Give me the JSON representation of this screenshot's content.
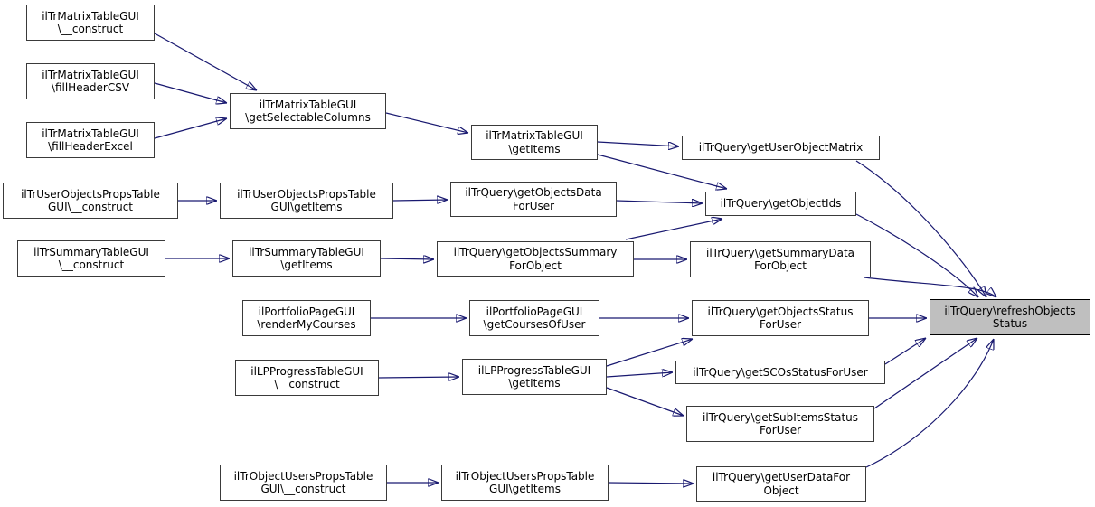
{
  "diagram": {
    "type": "doxygen-caller-graph",
    "target_function": "ilTrQuery\\refreshObjectsStatus",
    "colors": {
      "edge": "#191970",
      "node_fill": "#ffffff",
      "node_border": "#3a3a3a",
      "highlight_fill": "#bfbfbf"
    },
    "nodes": [
      {
        "id": "matrix-construct",
        "label": "ilTrMatrixTableGUI\n\\__construct",
        "highlighted": false
      },
      {
        "id": "matrix-fillHeaderCSV",
        "label": "ilTrMatrixTableGUI\n\\fillHeaderCSV",
        "highlighted": false
      },
      {
        "id": "matrix-fillHeaderExcel",
        "label": "ilTrMatrixTableGUI\n\\fillHeaderExcel",
        "highlighted": false
      },
      {
        "id": "matrix-getSelectableColumns",
        "label": "ilTrMatrixTableGUI\n\\getSelectableColumns",
        "highlighted": false
      },
      {
        "id": "matrix-getItems",
        "label": "ilTrMatrixTableGUI\n\\getItems",
        "highlighted": false
      },
      {
        "id": "query-getUserObjectMatrix",
        "label": "ilTrQuery\\getUserObjectMatrix",
        "highlighted": false
      },
      {
        "id": "userObjectsProps-construct",
        "label": "ilTrUserObjectsPropsTable\nGUI\\__construct",
        "highlighted": false
      },
      {
        "id": "userObjectsProps-getItems",
        "label": "ilTrUserObjectsPropsTable\nGUI\\getItems",
        "highlighted": false
      },
      {
        "id": "query-getObjectsDataForUser",
        "label": "ilTrQuery\\getObjectsData\nForUser",
        "highlighted": false
      },
      {
        "id": "query-getObjectIds",
        "label": "ilTrQuery\\getObjectIds",
        "highlighted": false
      },
      {
        "id": "summary-construct",
        "label": "ilTrSummaryTableGUI\n\\__construct",
        "highlighted": false
      },
      {
        "id": "summary-getItems",
        "label": "ilTrSummaryTableGUI\n\\getItems",
        "highlighted": false
      },
      {
        "id": "query-getObjectsSummaryForObject",
        "label": "ilTrQuery\\getObjectsSummary\nForObject",
        "highlighted": false
      },
      {
        "id": "query-getSummaryDataForObject",
        "label": "ilTrQuery\\getSummaryData\nForObject",
        "highlighted": false
      },
      {
        "id": "portfolio-renderMyCourses",
        "label": "ilPortfolioPageGUI\n\\renderMyCourses",
        "highlighted": false
      },
      {
        "id": "portfolio-getCoursesOfUser",
        "label": "ilPortfolioPageGUI\n\\getCoursesOfUser",
        "highlighted": false
      },
      {
        "id": "query-getObjectsStatusForUser",
        "label": "ilTrQuery\\getObjectsStatus\nForUser",
        "highlighted": false
      },
      {
        "id": "lpProgress-construct",
        "label": "ilLPProgressTableGUI\n\\__construct",
        "highlighted": false
      },
      {
        "id": "lpProgress-getItems",
        "label": "ilLPProgressTableGUI\n\\getItems",
        "highlighted": false
      },
      {
        "id": "query-getSCOsStatusForUser",
        "label": "ilTrQuery\\getSCOsStatusForUser",
        "highlighted": false
      },
      {
        "id": "query-getSubItemsStatusForUser",
        "label": "ilTrQuery\\getSubItemsStatus\nForUser",
        "highlighted": false
      },
      {
        "id": "objectUsersProps-construct",
        "label": "ilTrObjectUsersPropsTable\nGUI\\__construct",
        "highlighted": false
      },
      {
        "id": "objectUsersProps-getItems",
        "label": "ilTrObjectUsersPropsTable\nGUI\\getItems",
        "highlighted": false
      },
      {
        "id": "query-getUserDataForObject",
        "label": "ilTrQuery\\getUserDataFor\nObject",
        "highlighted": false
      },
      {
        "id": "query-refreshObjectsStatus",
        "label": "ilTrQuery\\refreshObjects\nStatus",
        "highlighted": true
      }
    ],
    "edges": [
      {
        "from": "matrix-construct",
        "to": "matrix-getSelectableColumns"
      },
      {
        "from": "matrix-fillHeaderCSV",
        "to": "matrix-getSelectableColumns"
      },
      {
        "from": "matrix-fillHeaderExcel",
        "to": "matrix-getSelectableColumns"
      },
      {
        "from": "matrix-getSelectableColumns",
        "to": "matrix-getItems"
      },
      {
        "from": "matrix-getItems",
        "to": "query-getUserObjectMatrix"
      },
      {
        "from": "matrix-getItems",
        "to": "query-getObjectIds"
      },
      {
        "from": "userObjectsProps-construct",
        "to": "userObjectsProps-getItems"
      },
      {
        "from": "userObjectsProps-getItems",
        "to": "query-getObjectsDataForUser"
      },
      {
        "from": "query-getObjectsDataForUser",
        "to": "query-getObjectIds"
      },
      {
        "from": "summary-construct",
        "to": "summary-getItems"
      },
      {
        "from": "summary-getItems",
        "to": "query-getObjectsSummaryForObject"
      },
      {
        "from": "query-getObjectsSummaryForObject",
        "to": "query-getSummaryDataForObject"
      },
      {
        "from": "query-getObjectsSummaryForObject",
        "to": "query-getObjectIds"
      },
      {
        "from": "query-getUserObjectMatrix",
        "to": "query-refreshObjectsStatus"
      },
      {
        "from": "query-getObjectIds",
        "to": "query-refreshObjectsStatus"
      },
      {
        "from": "query-getSummaryDataForObject",
        "to": "query-refreshObjectsStatus"
      },
      {
        "from": "query-getObjectsStatusForUser",
        "to": "query-refreshObjectsStatus"
      },
      {
        "from": "query-getSCOsStatusForUser",
        "to": "query-refreshObjectsStatus"
      },
      {
        "from": "query-getSubItemsStatusForUser",
        "to": "query-refreshObjectsStatus"
      },
      {
        "from": "query-getUserDataForObject",
        "to": "query-refreshObjectsStatus"
      },
      {
        "from": "portfolio-renderMyCourses",
        "to": "portfolio-getCoursesOfUser"
      },
      {
        "from": "portfolio-getCoursesOfUser",
        "to": "query-getObjectsStatusForUser"
      },
      {
        "from": "lpProgress-getItems",
        "to": "query-getObjectsStatusForUser"
      },
      {
        "from": "lpProgress-getItems",
        "to": "query-getSCOsStatusForUser"
      },
      {
        "from": "lpProgress-getItems",
        "to": "query-getSubItemsStatusForUser"
      },
      {
        "from": "lpProgress-construct",
        "to": "lpProgress-getItems"
      },
      {
        "from": "objectUsersProps-construct",
        "to": "objectUsersProps-getItems"
      },
      {
        "from": "objectUsersProps-getItems",
        "to": "query-getUserDataForObject"
      }
    ]
  }
}
